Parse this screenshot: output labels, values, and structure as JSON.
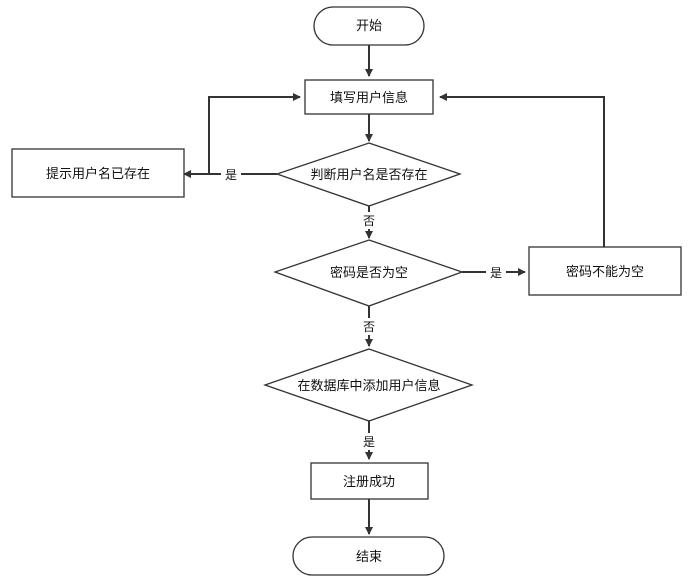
{
  "nodes": {
    "start": "开始",
    "fill_info": "填写用户信息",
    "check_username": "判断用户名是否存在",
    "username_exists": "提示用户名已存在",
    "check_password": "密码是否为空",
    "password_empty": "密码不能为空",
    "add_to_db": "在数据库中添加用户信息",
    "register_success": "注册成功",
    "end": "结束"
  },
  "edge_labels": {
    "username_yes": "是",
    "username_no": "否",
    "password_yes": "是",
    "password_no": "否",
    "db_yes": "是"
  }
}
